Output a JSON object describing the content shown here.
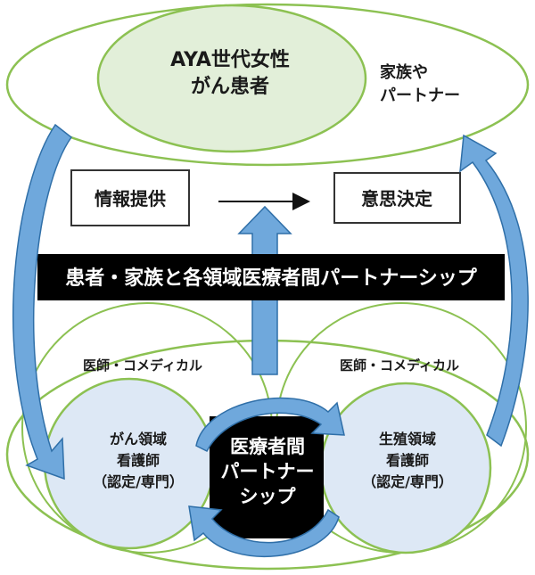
{
  "patient_bubble": {
    "line1": "AYA世代女性",
    "line2": "がん患者"
  },
  "family_label": {
    "line1": "家族や",
    "line2": "パートナー"
  },
  "info_box": "情報提供",
  "decision_box": "意思決定",
  "banner": "患者・家族と各領域医療者間パートナーシップ",
  "left_staff": "医師・コメディカル",
  "right_staff": "医師・コメディカル",
  "left_nurse": {
    "line1": "がん領域",
    "line2": "看護師",
    "line3": "（認定/専門）"
  },
  "right_nurse": {
    "line1": "生殖領域",
    "line2": "看護師",
    "line3": "（認定/専門）"
  },
  "center_box": {
    "line1": "医療者間",
    "line2": "パートナー",
    "line3": "シップ"
  },
  "colors": {
    "ellipse_outline": "#8cc152",
    "patient_fill": "#e2efd9",
    "nurse_fill": "#dde8f5",
    "arrow_fill": "#6fa8dc",
    "arrow_stroke": "#2f6fa8",
    "banner_fill": "#000000"
  }
}
